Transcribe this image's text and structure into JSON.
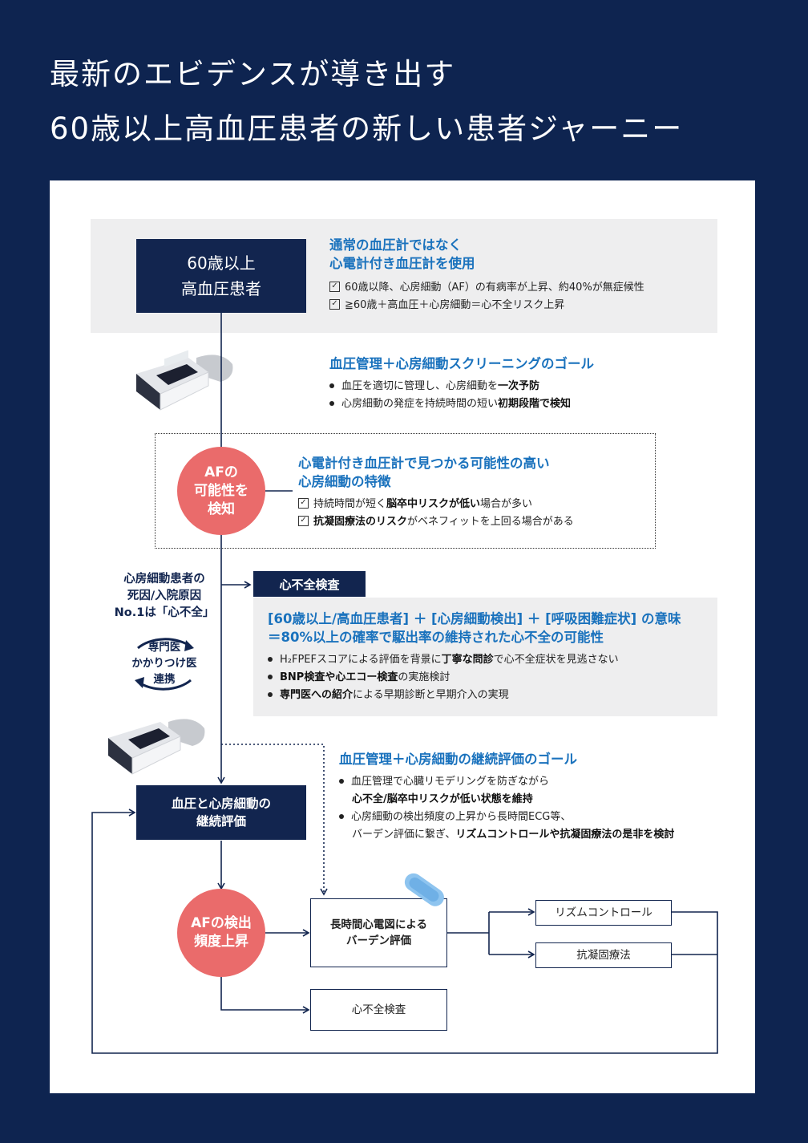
{
  "title": {
    "line1": "最新のエビデンスが導き出す",
    "line2": "60歳以上高血圧患者の新しい患者ジャーニー"
  },
  "section1": {
    "patient_box": [
      "60歳以上",
      "高血圧患者"
    ],
    "heading1": "通常の血圧計ではなく",
    "heading2": "心電計付き血圧計を使用",
    "checks": [
      "60歳以降、心房細動（AF）の有病率が上昇、約40%が無症候性",
      "≧60歳＋高血圧＋心房細動＝心不全リスク上昇"
    ]
  },
  "section2": {
    "heading": "血圧管理＋心房細動スクリーニングのゴール",
    "bullets": [
      {
        "pre": "血圧を適切に管理し、心房細動を",
        "bold": "一次予防",
        "post": ""
      },
      {
        "pre": "心房細動の発症を持続時間の短い",
        "bold": "初期段階で検知",
        "post": ""
      }
    ]
  },
  "section3": {
    "circle": [
      "AFの",
      "可能性を",
      "検知"
    ],
    "heading1": "心電計付き血圧計で見つかる可能性の高い",
    "heading2": "心房細動の特徴",
    "checks": [
      {
        "pre": "持続時間が短く",
        "bold": "脳卒中リスクが低い",
        "post": "場合が多い"
      },
      {
        "pre": "",
        "bold": "抗凝固療法のリスク",
        "post": "がベネフィットを上回る場合がある"
      }
    ]
  },
  "side": {
    "cause": [
      "心房細動患者の",
      "死因/入院原因",
      "No.1は「心不全」"
    ],
    "collab": [
      "専門医",
      "かかりつけ医",
      "連携"
    ]
  },
  "section4": {
    "tag": "心不全検査",
    "heading1": "[60歳以上/高血圧患者] ＋ [心房細動検出] ＋ [呼吸困難症状] の意味",
    "heading2": "＝80%以上の確率で駆出率の維持された心不全の可能性",
    "bullets": [
      {
        "pre": "H₂FPEFスコアによる評価を背景に",
        "bold": "丁寧な問診",
        "post": "で心不全症状を見逃さない"
      },
      {
        "pre": "",
        "bold": "BNP検査や心エコー検査",
        "post": "の実施検討"
      },
      {
        "pre": "",
        "bold": "専門医への紹介",
        "post": "による早期診断と早期介入の実現"
      }
    ]
  },
  "section5": {
    "heading": "血圧管理＋心房細動の継続評価のゴール",
    "bullet1_line1": "血圧管理で心臓リモデリングを防ぎながら",
    "bullet1_line2": "心不全/脳卒中リスクが低い状態を維持",
    "bullet2_line1": "心房細動の検出頻度の上昇から長時間ECG等、",
    "bullet2_line2_pre": "バーデン評価に繋ぎ、",
    "bullet2_line2_bold": "リズムコントロールや抗凝固療法の是非を検討"
  },
  "flow": {
    "eval_box": [
      "血圧と心房細動の",
      "継続評価"
    ],
    "circle2": [
      "AFの検出",
      "頻度上昇"
    ],
    "holter_box": [
      "長時間心電図による",
      "バーデン評価"
    ],
    "hf_box": "心不全検査",
    "rhythm_box": "リズムコントロール",
    "anticoag_box": "抗凝固療法"
  },
  "colors": {
    "navy": "#0e2450",
    "accent_blue": "#1a72bd",
    "salmon": "#ea6b6b",
    "gray_panel": "#eeeeef"
  }
}
